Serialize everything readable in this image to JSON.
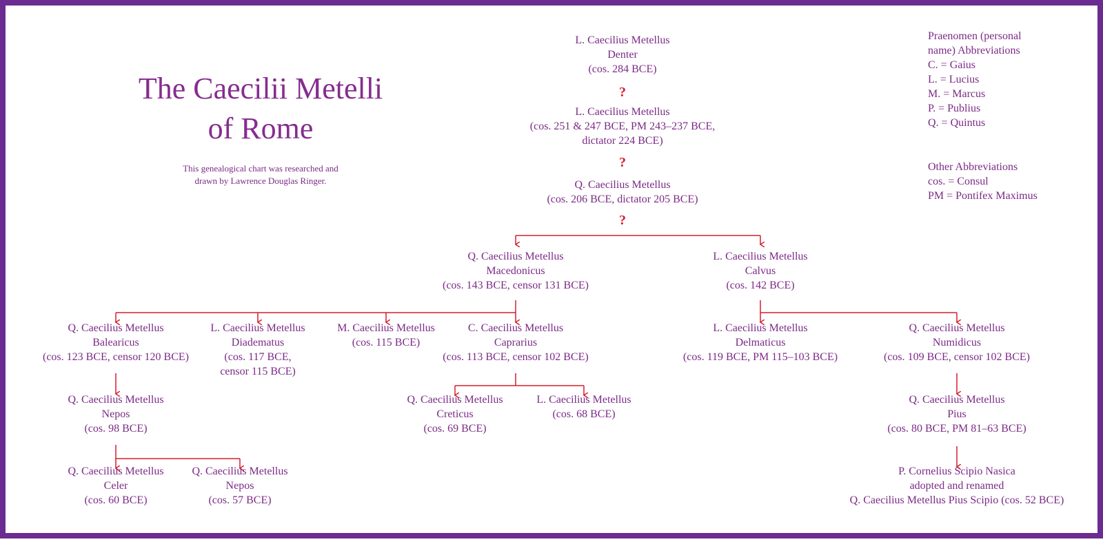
{
  "colors": {
    "frame": "#6a2c91",
    "text": "#7b2a86",
    "lines": "#d41e2c"
  },
  "title": [
    "The Caecilii Metelli",
    "of Rome"
  ],
  "credit": [
    "This genealogical chart was researched and",
    "drawn by Lawrence Douglas Ringer."
  ],
  "legend_praenomen": [
    "Praenomen (personal",
    "name) Abbreviations",
    "C. = Gaius",
    "L. = Lucius",
    "M. = Marcus",
    "P. = Publius",
    "Q. = Quintus"
  ],
  "legend_other": [
    "Other Abbreviations",
    "cos. = Consul",
    "PM = Pontifex Maximus"
  ],
  "uncertain_mark": "?",
  "nodes": {
    "denter": [
      "L. Caecilius Metellus",
      "Denter",
      "(cos. 284 BCE)"
    ],
    "lucius251": [
      "L. Caecilius Metellus",
      "(cos. 251 & 247 BCE, PM 243–237 BCE,",
      "dictator 224 BCE)"
    ],
    "quintus206": [
      "Q. Caecilius Metellus",
      "(cos. 206 BCE, dictator 205 BCE)"
    ],
    "macedonicus": [
      "Q. Caecilius Metellus",
      "Macedonicus",
      "(cos. 143 BCE, censor 131 BCE)"
    ],
    "calvus": [
      "L. Caecilius Metellus",
      "Calvus",
      "(cos. 142 BCE)"
    ],
    "balearicus": [
      "Q. Caecilius Metellus",
      "Balearicus",
      "(cos. 123 BCE, censor 120 BCE)"
    ],
    "diadematus": [
      "L. Caecilius Metellus",
      "Diadematus",
      "(cos. 117 BCE,",
      "censor 115 BCE)"
    ],
    "marcus115": [
      "M. Caecilius Metellus",
      "(cos. 115 BCE)"
    ],
    "caprarius": [
      "C. Caecilius Metellus",
      "Caprarius",
      "(cos. 113 BCE, censor 102 BCE)"
    ],
    "delmaticus": [
      "L. Caecilius Metellus",
      "Delmaticus",
      "(cos. 119 BCE, PM 115–103 BCE)"
    ],
    "numidicus": [
      "Q. Caecilius Metellus",
      "Numidicus",
      "(cos. 109 BCE, censor 102 BCE)"
    ],
    "nepos98": [
      "Q. Caecilius Metellus",
      "Nepos",
      "(cos. 98 BCE)"
    ],
    "creticus": [
      "Q. Caecilius Metellus",
      "Creticus",
      "(cos. 69 BCE)"
    ],
    "lucius68": [
      "L. Caecilius Metellus",
      "(cos. 68 BCE)"
    ],
    "pius": [
      "Q. Caecilius Metellus",
      "Pius",
      "(cos. 80 BCE, PM 81–63 BCE)"
    ],
    "celer": [
      "Q. Caecilius Metellus",
      "Celer",
      "(cos. 60 BCE)"
    ],
    "nepos57": [
      "Q. Caecilius Metellus",
      "Nepos",
      "(cos. 57 BCE)"
    ],
    "scipio": [
      "P. Cornelius Scipio Nasica",
      "adopted and renamed",
      "Q. Caecilius Metellus Pius Scipio (cos. 52 BCE)"
    ]
  }
}
